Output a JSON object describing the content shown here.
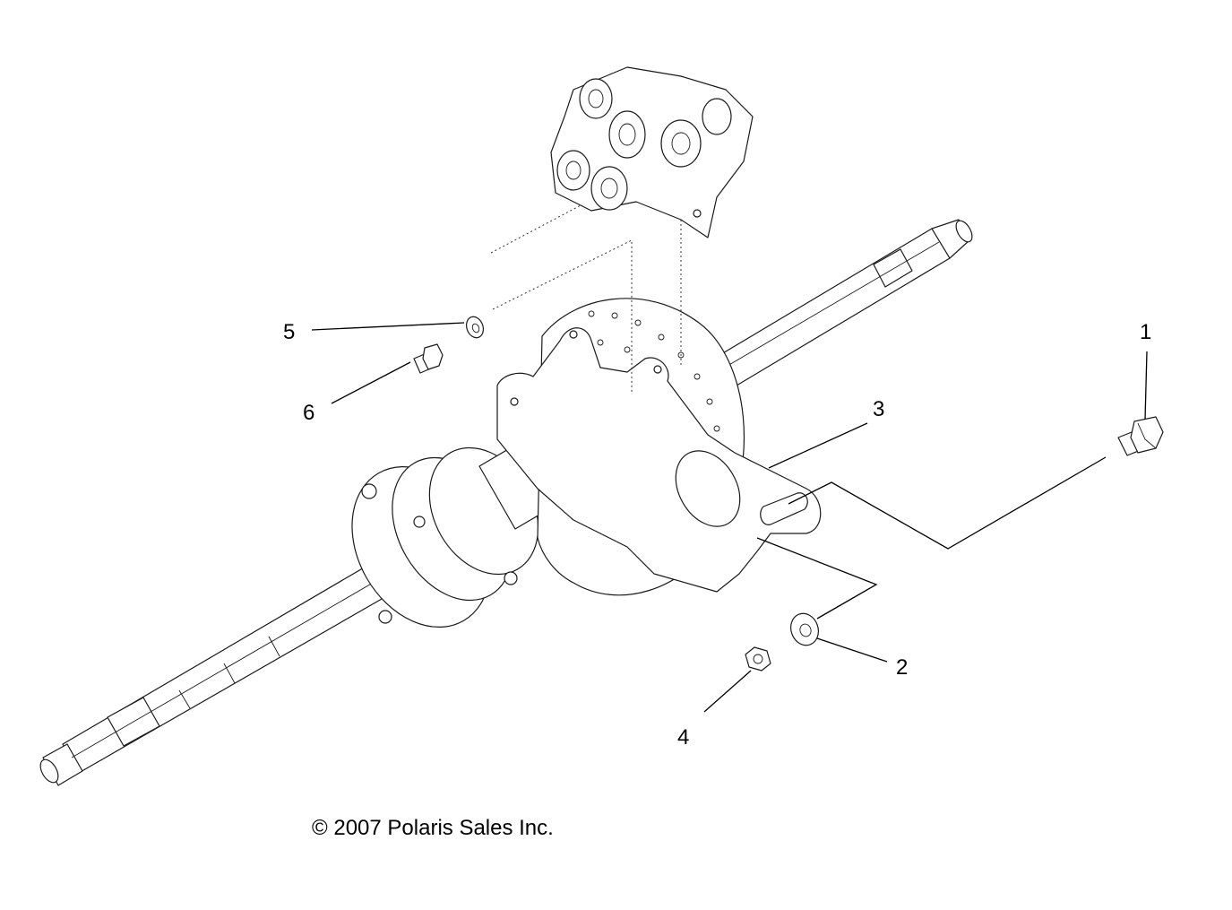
{
  "diagram": {
    "callouts": [
      "1",
      "2",
      "3",
      "4",
      "5",
      "6"
    ],
    "copyright": "© 2007 Polaris Sales Inc."
  }
}
